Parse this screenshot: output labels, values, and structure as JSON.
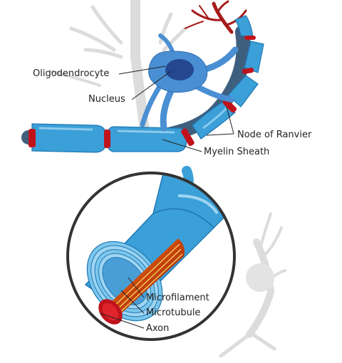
{
  "labels": {
    "oligodendrocyte": "Oligodendrocyte",
    "nucleus": "Nucleus",
    "node_of_ranvier": "Node of Ranvier",
    "myelin_sheath": "Myelin Sheath",
    "microfilament": "Microfilament",
    "microtubule": "Microtubule",
    "axon": "Axon"
  },
  "colors": {
    "myelin": "#3b9fd8",
    "myelin_light": "#7cc6ec",
    "cell_body": "#4a8fd3",
    "nucleus": "#24478f",
    "axon": "#3f5f7f",
    "node": "#c0121b",
    "dendrite": "#a61b1b",
    "background_neuron": "#d6d6d6",
    "lens_ring": "#333333"
  }
}
